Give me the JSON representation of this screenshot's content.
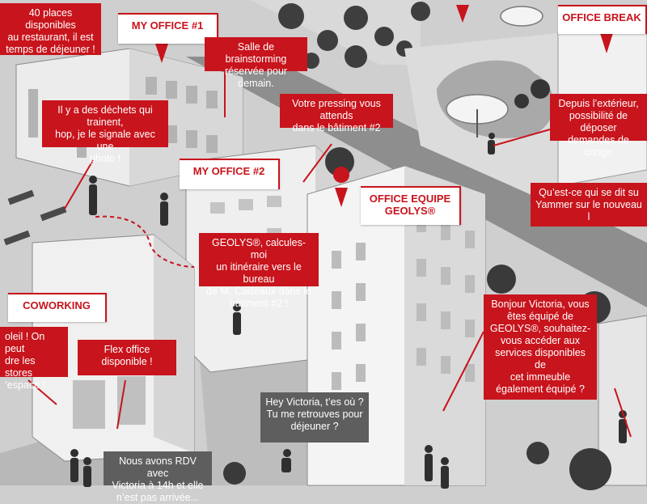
{
  "colors": {
    "accent": "#c8141c",
    "gray_bubble": "#5e5e5e",
    "ground": "#cfcfcf",
    "building": "#f2f2f2",
    "road": "#8d8d8d"
  },
  "titles": {
    "my_office_1": "MY OFFICE #1",
    "my_office_2": "MY OFFICE #2",
    "office_equipe": "OFFICE EQUIPE\nGEOLYS®",
    "office_break": "OFFICE BREAK",
    "coworking": "COWORKING"
  },
  "bubbles": {
    "restaurant": "40 places disponibles\nau restaurant, il est\ntemps de déjeuner !",
    "brainstorming": "Salle de brainstorming\nréservée pour demain.",
    "dechets": "Il y a des déchets qui trainent,\nhop, je le signale avec une\nphoto !",
    "pressing": "Votre pressing vous attends\ndans le bâtiment #2",
    "exterieur": "Depuis l’extérieur,\npossibilité de déposer\ndemandes de conge",
    "yammer": "Qu’est-ce qui se dit su\nYammer sur le nouveau l",
    "itineraire": "GEOLYS®, calcules-moi\nun itinéraire vers le bureau\nde M. Cailleaux dans le\nbâtiment #2 !",
    "bonjour": "Bonjour Victoria, vous\nêtes équipé de\nGEOLYS®, souhaitez-\nvous accéder aux\nservices disponibles de\ncet immeuble\négalement équipé  ?",
    "soleil": "oleil ! On peut\ndre les stores\n’espace !",
    "flex_office": "Flex office\ndisponible !",
    "hey_victoria": "Hey Victoria, t’es où ?\nTu me retrouves pour\ndéjeuner ?",
    "rdv": "Nous avons RDV avec\nVictoria à 14h et elle\nn’est pas arrivée..."
  }
}
